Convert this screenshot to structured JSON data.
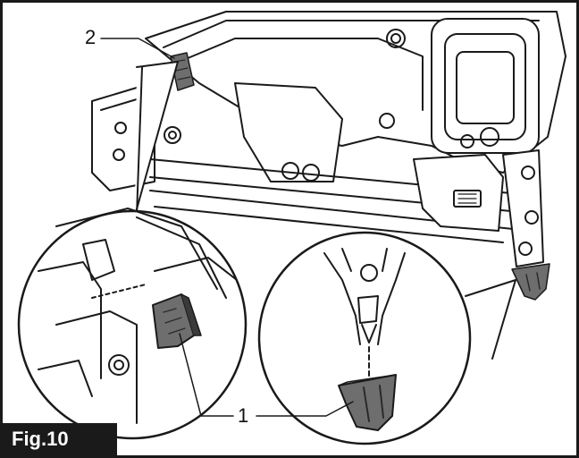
{
  "figure": {
    "label": "Fig.10"
  },
  "callouts": [
    {
      "id": "callout-1",
      "text": "1"
    },
    {
      "id": "callout-2",
      "text": "2"
    }
  ],
  "colors": {
    "line": "#1a1a1a",
    "part_fill": "#6e6e6e",
    "part_dark": "#3a3a3a",
    "background": "#ffffff"
  }
}
